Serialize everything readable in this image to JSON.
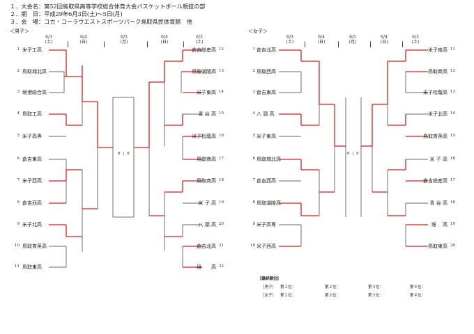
{
  "header": {
    "line1": "１．大会名：第52回鳥取県高等学校総合体育大会バスケットボール競技の部",
    "line2": "２．期　日：平成29年6月3日(土)～5日(月)",
    "line3": "３．会　場：コカ・コーラウエストスポーツパーク鳥取県民体育館　他"
  },
  "men": {
    "label": "＜男子＞",
    "dates": [
      "6/3\n(土)",
      "6/4\n(日)",
      "6/5\n(月)",
      "6/4\n(日)",
      "6/3\n(土)"
    ],
    "left_teams": [
      {
        "no": "1",
        "name": "米子工高"
      },
      {
        "no": "2",
        "name": "鳥取城北高"
      },
      {
        "no": "3",
        "name": "境港総合高"
      },
      {
        "no": "4",
        "name": "鳥取工高"
      },
      {
        "no": "5",
        "name": "米子高専"
      },
      {
        "no": "6",
        "name": "倉吉東高"
      },
      {
        "no": "7",
        "name": "米子西高"
      },
      {
        "no": "8",
        "name": "倉吉西高"
      },
      {
        "no": "9",
        "name": "米子北高"
      },
      {
        "no": "10",
        "name": "鳥取育英高"
      },
      {
        "no": "11",
        "name": "鳥取東高"
      }
    ],
    "right_teams": [
      {
        "no": "12",
        "name": "倉吉総産高"
      },
      {
        "no": "13",
        "name": "鳥取湖陵高"
      },
      {
        "no": "14",
        "name": "米子東高"
      },
      {
        "no": "15",
        "name": "青 谷 高"
      },
      {
        "no": "16",
        "name": "米子松蔭高"
      },
      {
        "no": "17",
        "name": "鳥取商高"
      },
      {
        "no": "18",
        "name": "鳥取商高"
      },
      {
        "no": "19",
        "name": "米 子 高"
      },
      {
        "no": "20",
        "name": "八 頭 高"
      },
      {
        "no": "21",
        "name": "倉吉北高"
      },
      {
        "no": "22",
        "name": "境　　高"
      }
    ],
    "final_score": "0 | 0"
  },
  "women": {
    "label": "＜女子＞",
    "dates": [
      "6/3\n(土)",
      "6/4\n(日)",
      "6/5\n(月)",
      "6/4\n(日)",
      "6/3\n(土)"
    ],
    "left_teams": [
      {
        "no": "1",
        "name": "倉吉北高"
      },
      {
        "no": "2",
        "name": "鳥取西高"
      },
      {
        "no": "3",
        "name": "倉吉東高"
      },
      {
        "no": "4",
        "name": "八 頭 高"
      },
      {
        "no": "5",
        "name": "米子東高"
      },
      {
        "no": "6",
        "name": "鳥取城北高"
      },
      {
        "no": "7",
        "name": "倉吉西高"
      },
      {
        "no": "8",
        "name": "鳥取湖陵高"
      },
      {
        "no": "9",
        "name": "米子高専"
      },
      {
        "no": "10",
        "name": "米子西高"
      }
    ],
    "right_teams": [
      {
        "no": "11",
        "name": "米子南高"
      },
      {
        "no": "12",
        "name": "鳥取商高"
      },
      {
        "no": "13",
        "name": "米子松蔭高"
      },
      {
        "no": "14",
        "name": "米子北高"
      },
      {
        "no": "15",
        "name": "鳥取育英高"
      },
      {
        "no": "16",
        "name": "米 子 高"
      },
      {
        "no": "17",
        "name": "倉吉総産高"
      },
      {
        "no": "18",
        "name": "青 谷 高"
      },
      {
        "no": "19",
        "name": "境　 高"
      },
      {
        "no": "20",
        "name": "鳥取東高"
      }
    ],
    "final_score": "0 | 0"
  },
  "results": {
    "title": "【最終順位】",
    "rows": [
      {
        "label": "［男子］",
        "p1": "第１位：",
        "p2": "第２位：",
        "p3": "第３位：",
        "p4": "第４位："
      },
      {
        "label": "［女子］",
        "p1": "第１位：",
        "p2": "第２位：",
        "p3": "第３位：",
        "p4": "第４位："
      }
    ]
  },
  "colors": {
    "winner_line": "#d42020",
    "line": "#333333"
  }
}
